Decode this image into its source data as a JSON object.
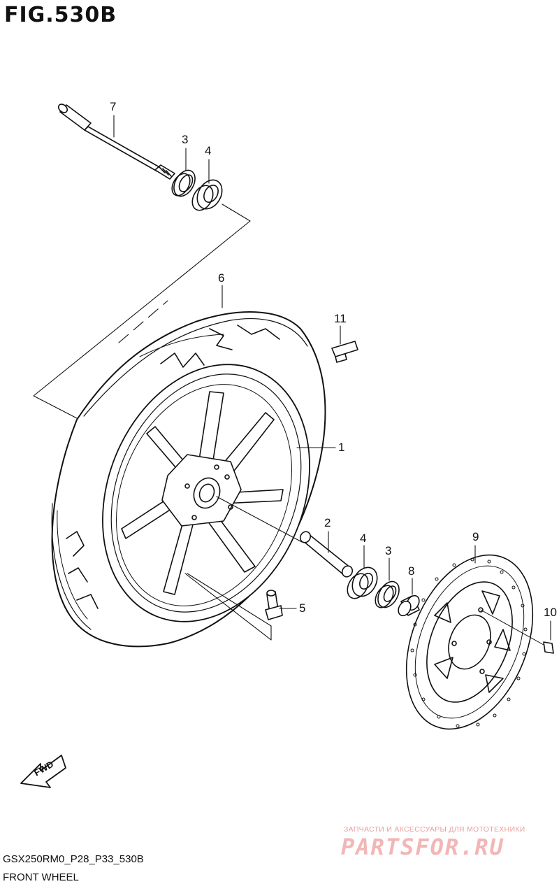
{
  "figure": {
    "title": "FIG.530B",
    "code": "GSX250RM0_P28_P33_530B",
    "caption": "FRONT WHEEL"
  },
  "callouts": [
    "1",
    "2",
    "3",
    "3",
    "4",
    "4",
    "5",
    "6",
    "7",
    "8",
    "9",
    "10",
    "11"
  ],
  "direction_badge": "FWD",
  "watermark": {
    "tagline": "ЗАПЧАСТИ И АКСЕССУАРЫ ДЛЯ МОТОТЕХНИКИ",
    "logo": "PARTSFOR.RU"
  }
}
